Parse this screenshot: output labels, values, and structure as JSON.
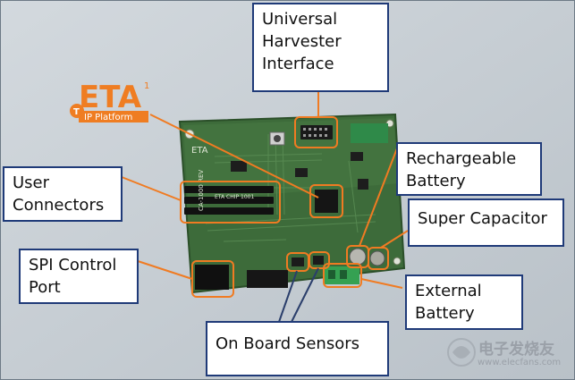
{
  "labels": {
    "harvester": "Universal\nHarvester\nInterface",
    "rechargeable": "Rechargeable\nBattery",
    "super_capacitor": "Super Capacitor",
    "user_connectors": "User\nConnectors",
    "spi": "SPI Control\nPort",
    "external": "External\nBattery",
    "sensors": "On Board Sensors"
  },
  "logo": {
    "brand": "ETA",
    "superscript": "1",
    "tagline": "IP Platform"
  },
  "board_silkscreen": {
    "top_left": "ETA",
    "side_text": "CA-1000 REV",
    "center_text": "ETA CHIP 1001"
  },
  "watermark": {
    "chinese": "电子发烧友",
    "url": "www.elecfans.com"
  },
  "colors": {
    "callout": "#f07b22",
    "box_border": "#1f3a78",
    "board_green": "#3d6b3a",
    "background": "#c5ccd2"
  }
}
